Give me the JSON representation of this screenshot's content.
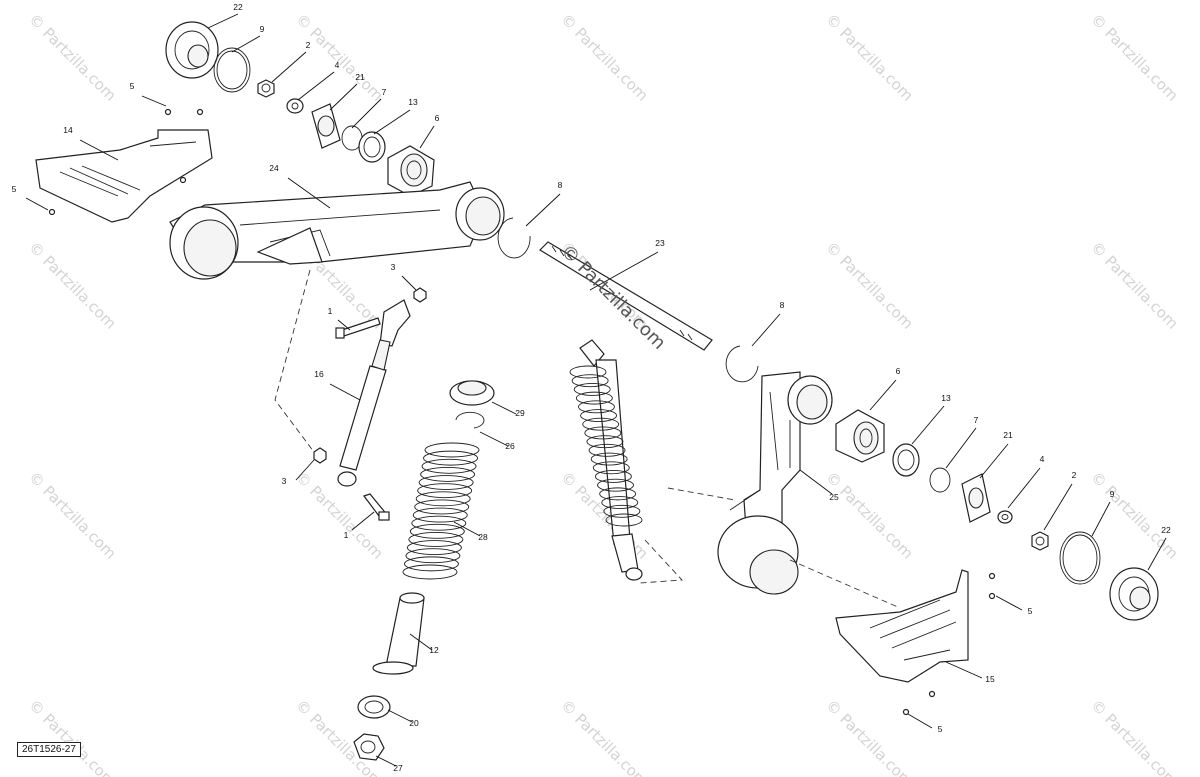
{
  "diagram": {
    "code": "26T1526-27",
    "watermark": "© Partzilla.com",
    "callouts": [
      "22",
      "9",
      "2",
      "4",
      "21",
      "7",
      "13",
      "6",
      "5",
      "14",
      "5",
      "24",
      "8",
      "23",
      "3",
      "1",
      "16",
      "3",
      "1",
      "29",
      "26",
      "28",
      "12",
      "20",
      "27",
      "8",
      "6",
      "13",
      "7",
      "21",
      "4",
      "2",
      "9",
      "22",
      "25",
      "5",
      "15",
      "5"
    ]
  },
  "colors": {
    "line": "#222222",
    "watermark": "#d3d3d3"
  }
}
